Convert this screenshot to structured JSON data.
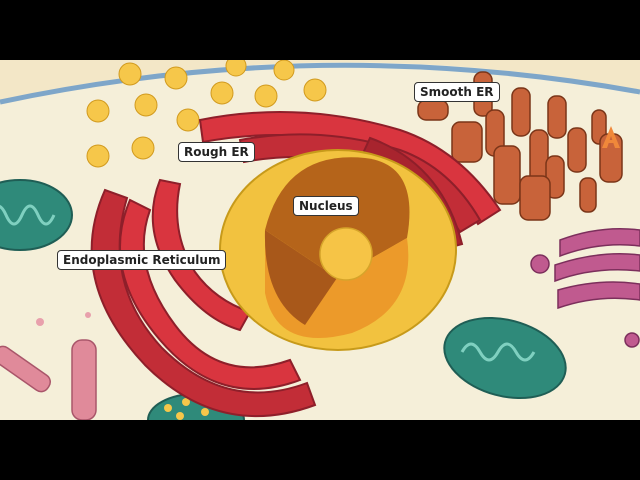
{
  "labels": {
    "nucleus": "Nucleus",
    "smooth_er": "Smooth ER",
    "rough_er": "Rough ER",
    "endoplasmic_reticulum": "Endoplasmic Reticulum"
  },
  "colors": {
    "cytoplasm": "#f5efd9",
    "membrane": "#7ea6c9",
    "rough_er": "#d9353f",
    "rough_er_dark": "#8e1f2a",
    "smooth_er": "#c8633a",
    "nucleus_outer": "#f2c23f",
    "nucleus_inner": "#b5641a",
    "nucleolus": "#f6c446",
    "mitochondria": "#2f8a7a",
    "golgi": "#c05a8f",
    "vesicles": "#f6c74a",
    "logo": "#f0883a"
  }
}
